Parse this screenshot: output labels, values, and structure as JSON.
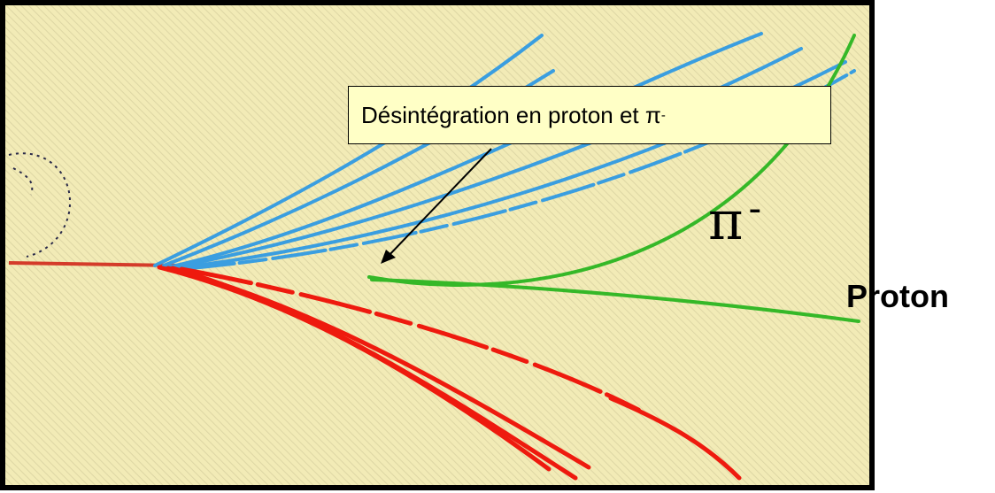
{
  "annotation": {
    "callout_text": "Désintégration en proton et π",
    "callout_superscript": "-"
  },
  "labels": {
    "pion_symbol": "π",
    "pion_charge": "-",
    "proton": "Proton"
  },
  "colors": {
    "background_paper": "#f2ebb6",
    "hatch": "#ddd6a4",
    "incoming_track": "#d43b2a",
    "blue_tracks": "#3a9ee0",
    "red_tracks": "#ee1a0e",
    "green_tracks": "#35b828",
    "callout_fill": "#ffffc6"
  }
}
